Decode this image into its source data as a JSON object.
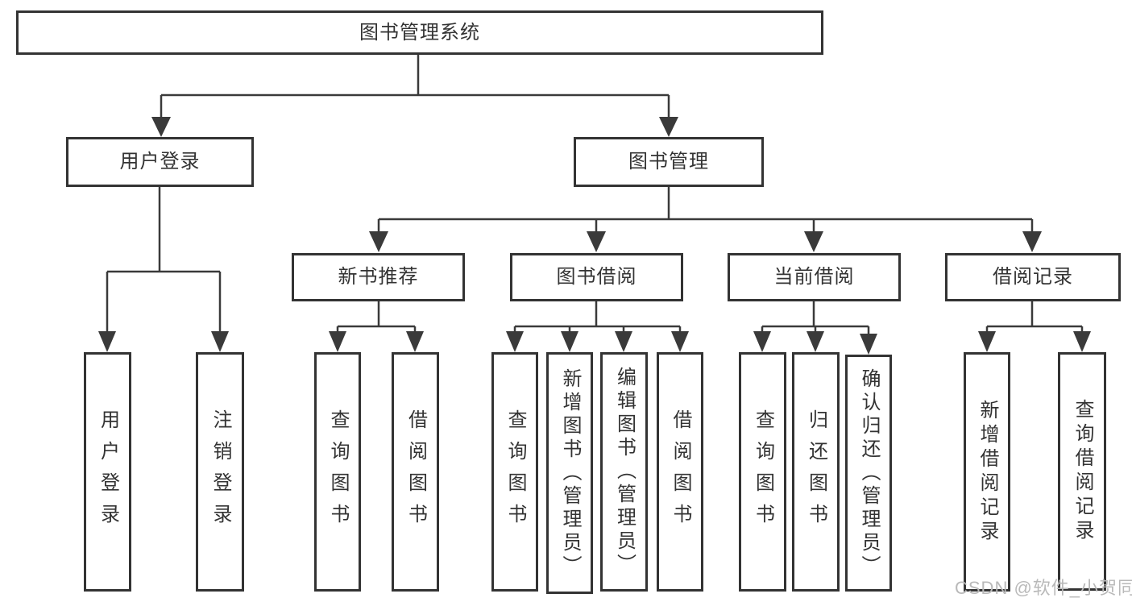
{
  "diagram_type": "functional-structure-tree",
  "colors": {
    "background": "#ffffff",
    "box_border": "#333333",
    "box_text": "#333333",
    "connector_line": "#3a3a3a",
    "watermark_text": "#b9b9b9"
  },
  "root": {
    "label": "图书管理系统"
  },
  "branches": [
    {
      "label": "用户登录"
    },
    {
      "label": "图书管理"
    }
  ],
  "modules": [
    {
      "label": "新书推荐"
    },
    {
      "label": "图书借阅"
    },
    {
      "label": "当前借阅"
    },
    {
      "label": "借阅记录"
    }
  ],
  "leaves": {
    "login": [
      {
        "label": "用户登录"
      },
      {
        "label": "注销登录"
      }
    ],
    "recommend": [
      {
        "label": "查询图书"
      },
      {
        "label": "借阅图书"
      }
    ],
    "borrow": [
      {
        "label": "查询图书"
      },
      {
        "label": "新增图书（管理员）"
      },
      {
        "label": "编辑图书（管理员）"
      },
      {
        "label": "借阅图书"
      }
    ],
    "current": [
      {
        "label": "查询图书"
      },
      {
        "label": "归还图书"
      },
      {
        "label": "确认归还（管理员）"
      }
    ],
    "records": [
      {
        "label": "新增借阅记录"
      },
      {
        "label": "查询借阅记录"
      }
    ]
  },
  "watermark": {
    "text": "CSDN @软件_小贺同学"
  }
}
